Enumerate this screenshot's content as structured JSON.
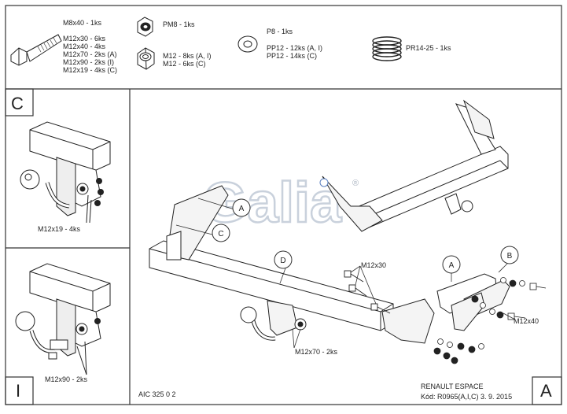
{
  "parts": {
    "bolt_m8": "M8x40 - 1ks",
    "bolt_m12": [
      "M12x30 - 6ks",
      "M12x40 - 4ks",
      "M12x70 - 2ks (A)",
      "M12x90 - 2ks (I)",
      "M12x19 - 4ks (C)"
    ],
    "nut_pm8": "PM8 - 1ks",
    "nut_m12": [
      "M12 - 8ks (A, I)",
      "M12 - 6ks (C)"
    ],
    "washer_p8": "P8 - 1ks",
    "washer_pp12": [
      "PP12 - 12ks (A, I)",
      "PP12 - 14ks (C)"
    ],
    "spring": "PR14-25 - 1ks"
  },
  "variant_c": {
    "letter": "C",
    "bolt_callout": "M12x19 - 4ks"
  },
  "variant_i": {
    "letter": "I",
    "bolt_callout": "M12x90 - 2ks"
  },
  "main": {
    "letter": "A",
    "logo": "Galia",
    "registered": "®",
    "callouts": {
      "a": "A",
      "b": "B",
      "c": "C",
      "d": "D"
    },
    "bolt_labels": {
      "m12x30": "M12x30",
      "m12x40": "M12x40",
      "m12x70": "M12x70 - 2ks"
    }
  },
  "footer": {
    "code": "AIC 325 0 2",
    "vehicle": "RENAULT ESPACE",
    "kod": "Kód: R0965(A,I,C)  3. 9. 2015"
  }
}
